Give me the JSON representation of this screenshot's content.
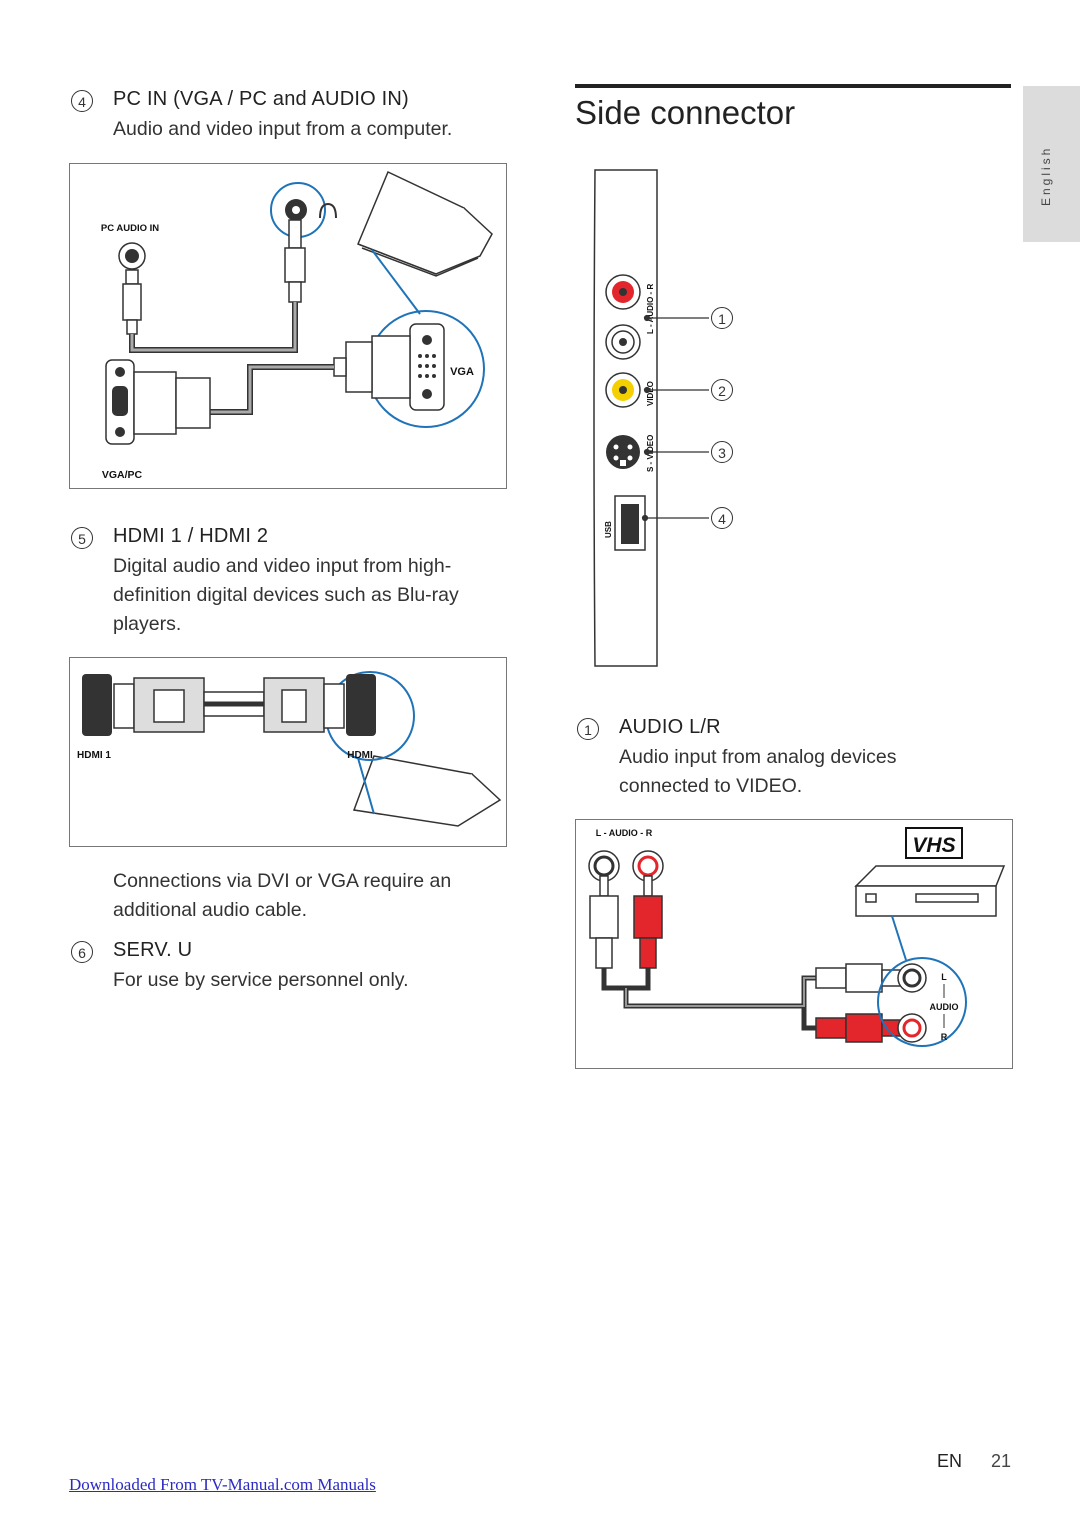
{
  "left": {
    "item4": {
      "num": "4",
      "title": "PC IN (VGA / PC and AUDIO IN)",
      "desc": "Audio and video input from a computer."
    },
    "fig_pc": {
      "pc_audio_label": "PC AUDIO IN",
      "vga_label": "VGA",
      "vgapc_label": "VGA/PC"
    },
    "item5": {
      "num": "5",
      "title": "HDMI 1 / HDMI 2",
      "desc_lines": [
        "Digital audio and video input from high-",
        "definition digital devices such as Blu-ray",
        "players."
      ]
    },
    "fig_hdmi": {
      "hdmi1_label": "HDMI 1",
      "hdmi_label": "HDMI"
    },
    "note_lines": [
      "Connections via DVI or VGA require an",
      "additional audio cable."
    ],
    "item6": {
      "num": "6",
      "title": "SERV. U",
      "desc": "For use by service personnel only."
    }
  },
  "right": {
    "section_title": "Side connector",
    "panel": {
      "audio_label": "L - AUDIO - R",
      "video_label": "VIDEO",
      "svideo_label": "S - VIDEO",
      "usb_label": "USB",
      "callouts": [
        "1",
        "2",
        "3",
        "4"
      ]
    },
    "item1": {
      "num": "1",
      "title": "AUDIO L/R",
      "desc_line1": "Audio input from analog devices",
      "desc_line2_prefix": "connected to ",
      "desc_line2_bold": "VIDEO",
      "desc_line2_suffix": "."
    },
    "fig_audio": {
      "audio_label": "L - AUDIO - R",
      "vhs_label": "VHS",
      "l_label": "L",
      "audio_mid_label": "AUDIO",
      "r_label": "R"
    }
  },
  "side_tab": {
    "label": "English"
  },
  "footer": {
    "lang": "EN",
    "page": "21",
    "link_text": "Downloaded From TV-Manual.com Manuals"
  },
  "colors": {
    "red": "#e3262b",
    "yellow": "#f4d000",
    "blue": "#1f73b8",
    "tab_gray": "#dcdcdc"
  }
}
